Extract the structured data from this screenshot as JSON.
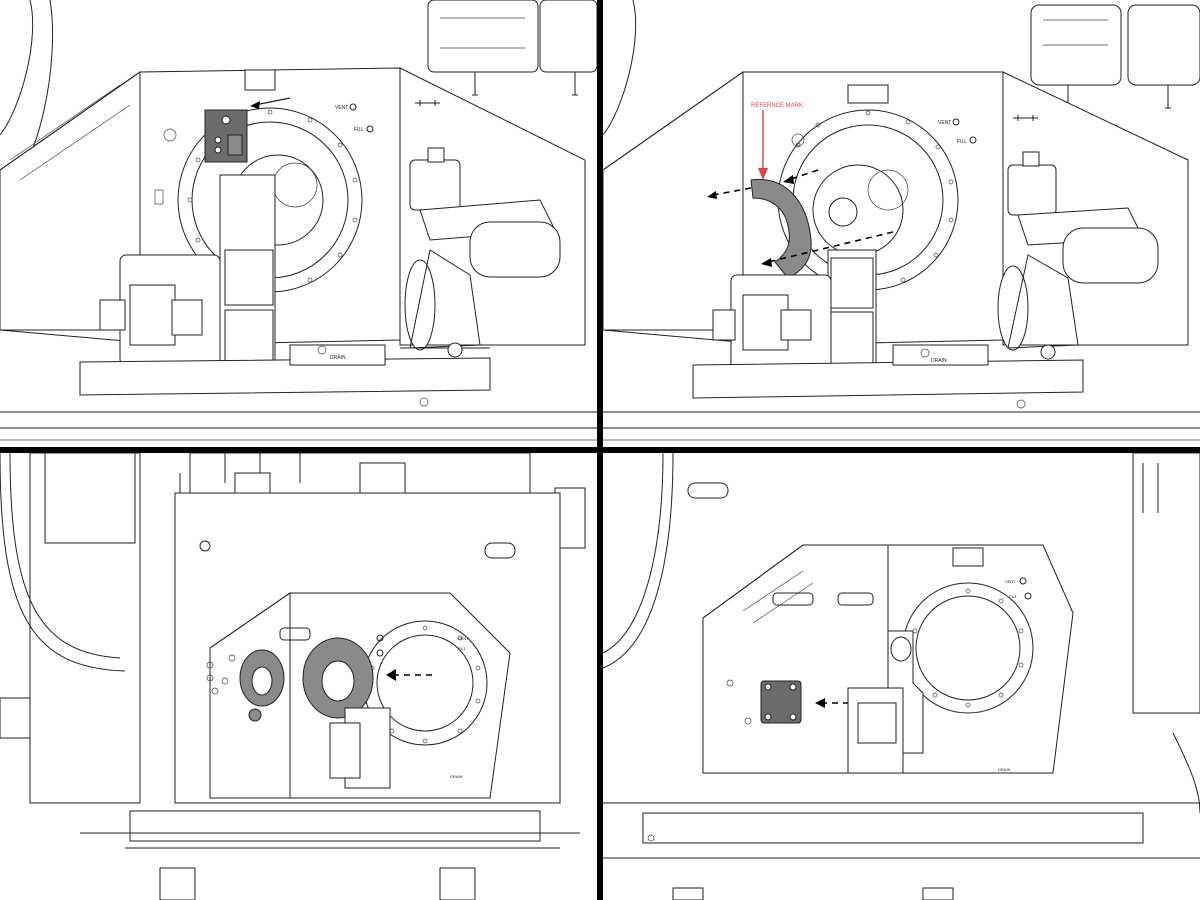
{
  "panels": [
    {
      "id": "step-1",
      "labels": {
        "vent": "VENT",
        "fill": "FILL",
        "drain": "DRAIN"
      }
    },
    {
      "id": "step-2",
      "labels": {
        "vent": "VENT",
        "fill": "FILL",
        "drain": "DRAIN",
        "reference": "REFERNCE MARK"
      }
    },
    {
      "id": "step-3",
      "labels": {
        "vent": "VENT",
        "fill": "FILL",
        "drain": "DRAIN"
      }
    },
    {
      "id": "step-4",
      "labels": {
        "vent": "VENT",
        "fill": "FILL",
        "drain": "DRAIN"
      }
    }
  ],
  "colors": {
    "highlight": "#6b6b6b",
    "reference_mark": "#e0404a",
    "divider": "#000000"
  }
}
